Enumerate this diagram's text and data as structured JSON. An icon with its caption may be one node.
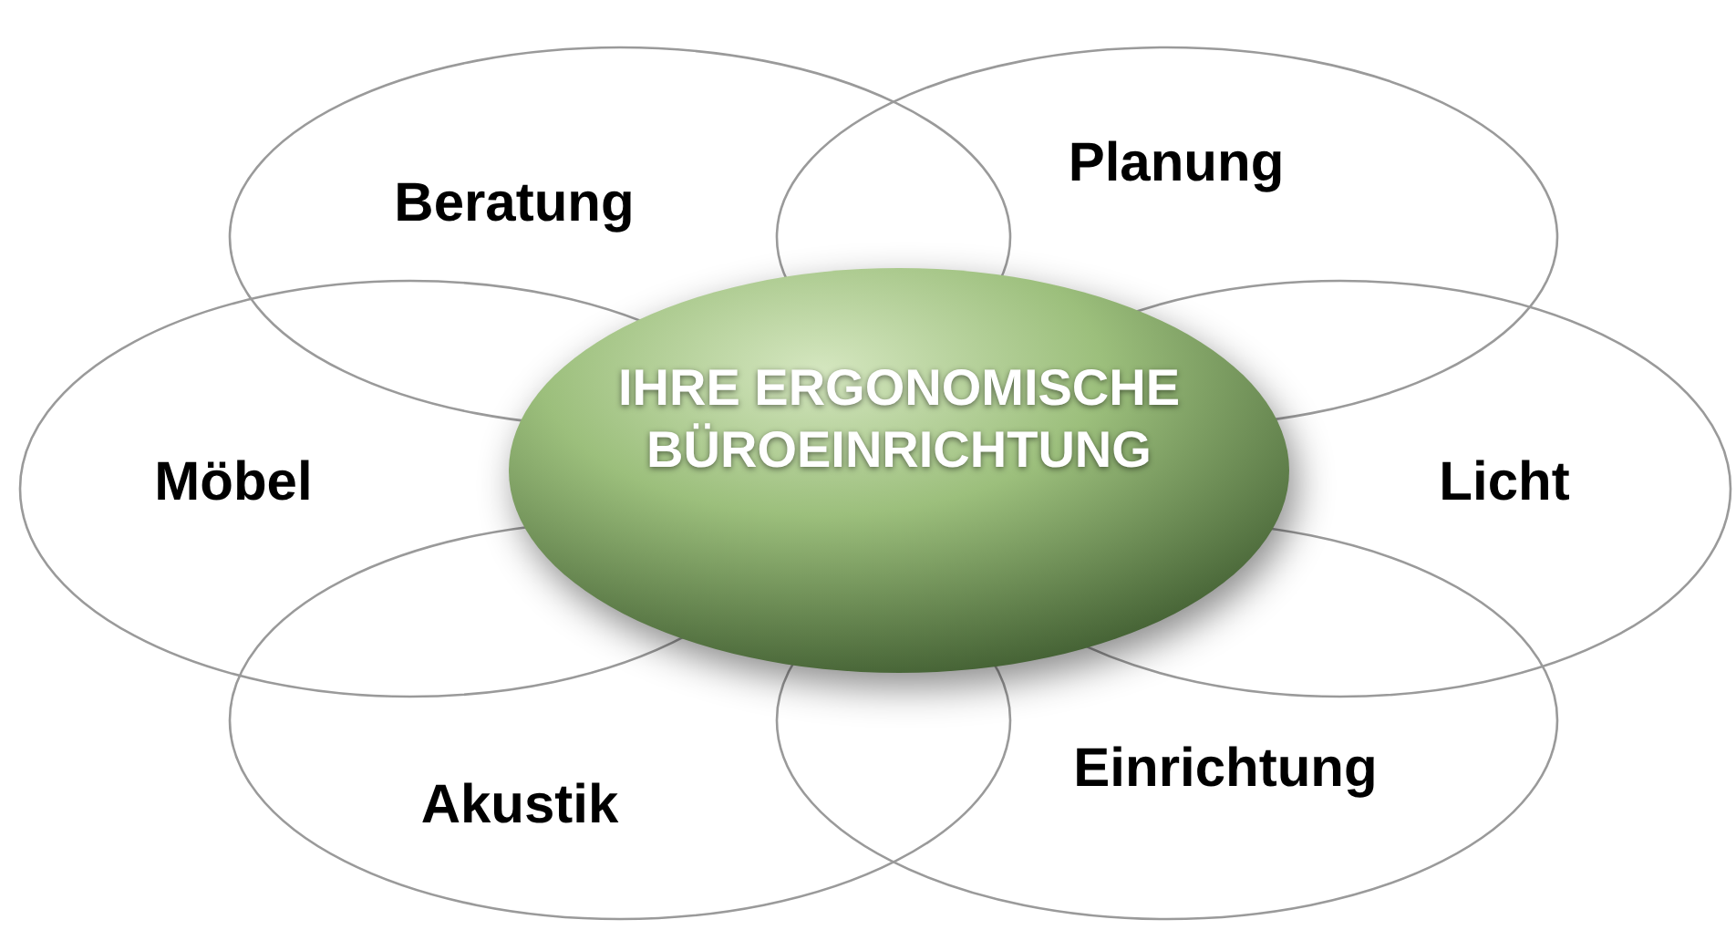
{
  "diagram": {
    "nodes": [
      {
        "text": [
          "IHRE ERGONOMISCHE BÜROEINRICHTUNG"
        ]
      },
      {
        "text": [
          "Beratung"
        ]
      },
      {
        "text": [
          "Planung"
        ]
      },
      {
        "text": [
          "Möbel"
        ]
      },
      {
        "text": [
          "Licht"
        ]
      },
      {
        "text": [
          "Akustik"
        ]
      },
      {
        "text": [
          "Einrichtung"
        ]
      }
    ]
  }
}
